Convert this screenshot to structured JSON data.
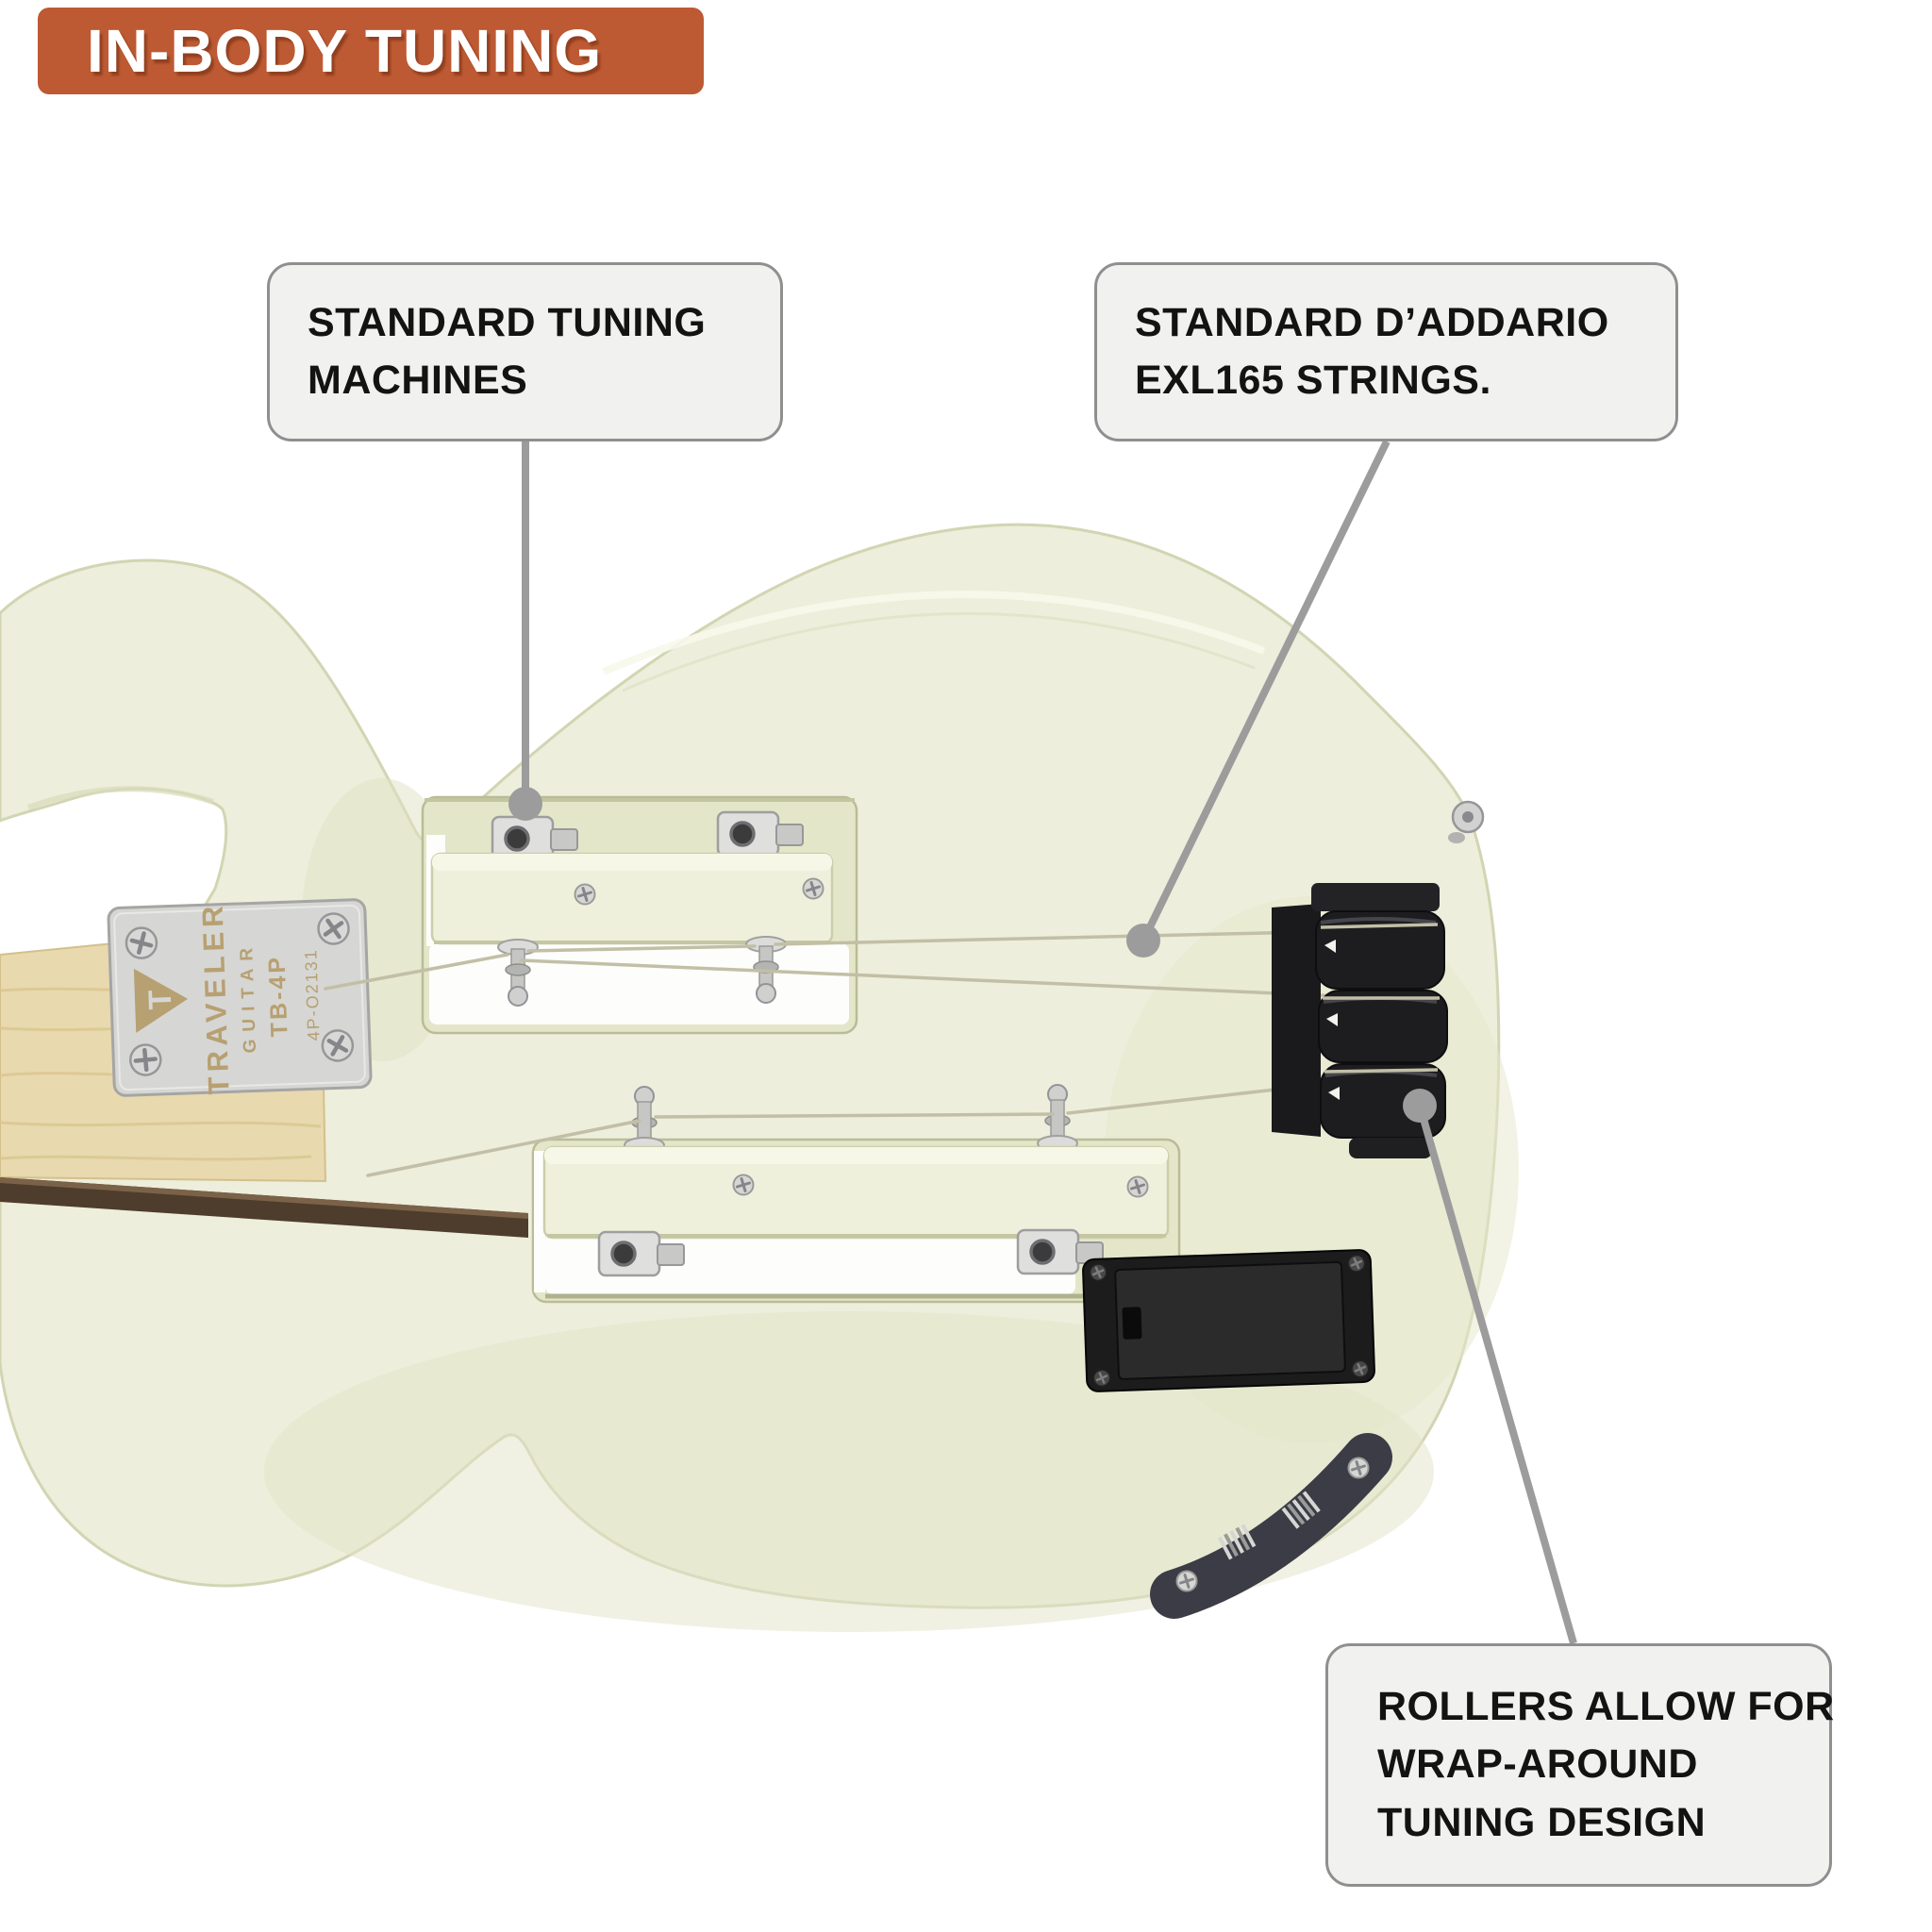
{
  "title": {
    "label": "IN-BODY TUNING"
  },
  "callouts": [
    {
      "name": "tuning-machines",
      "lines": [
        "STANDARD TUNING",
        "MACHINES"
      ]
    },
    {
      "name": "daddario-strings",
      "lines": [
        "STANDARD D’ADDARIO",
        "EXL165 STRINGS."
      ]
    },
    {
      "name": "rollers",
      "lines": [
        "ROLLERS ALLOW FOR",
        "WRAP-AROUND",
        "TUNING DESIGN"
      ]
    }
  ],
  "guitar": {
    "neck_plate": {
      "logo_icon": "traveler-t-logo",
      "logo_letter": "T",
      "brand": "TRAVELER",
      "brand_sub": "GUITAR",
      "model": "TB-4P",
      "serial": "4P-O2131"
    }
  },
  "colors": {
    "banner_orange": "#BD5A33",
    "body_cream": "#EDEEDB",
    "body_shade": "#E0E2C4",
    "callout_bg": "#F1F1EF",
    "callout_border": "#8F8F8F",
    "leader_gray": "#9C9C9C",
    "plate_silver": "#D6D6D4",
    "plate_text_bronze": "#B7A071",
    "roller_black": "#1D1D20",
    "neck_wood": "#E8D9AE"
  }
}
